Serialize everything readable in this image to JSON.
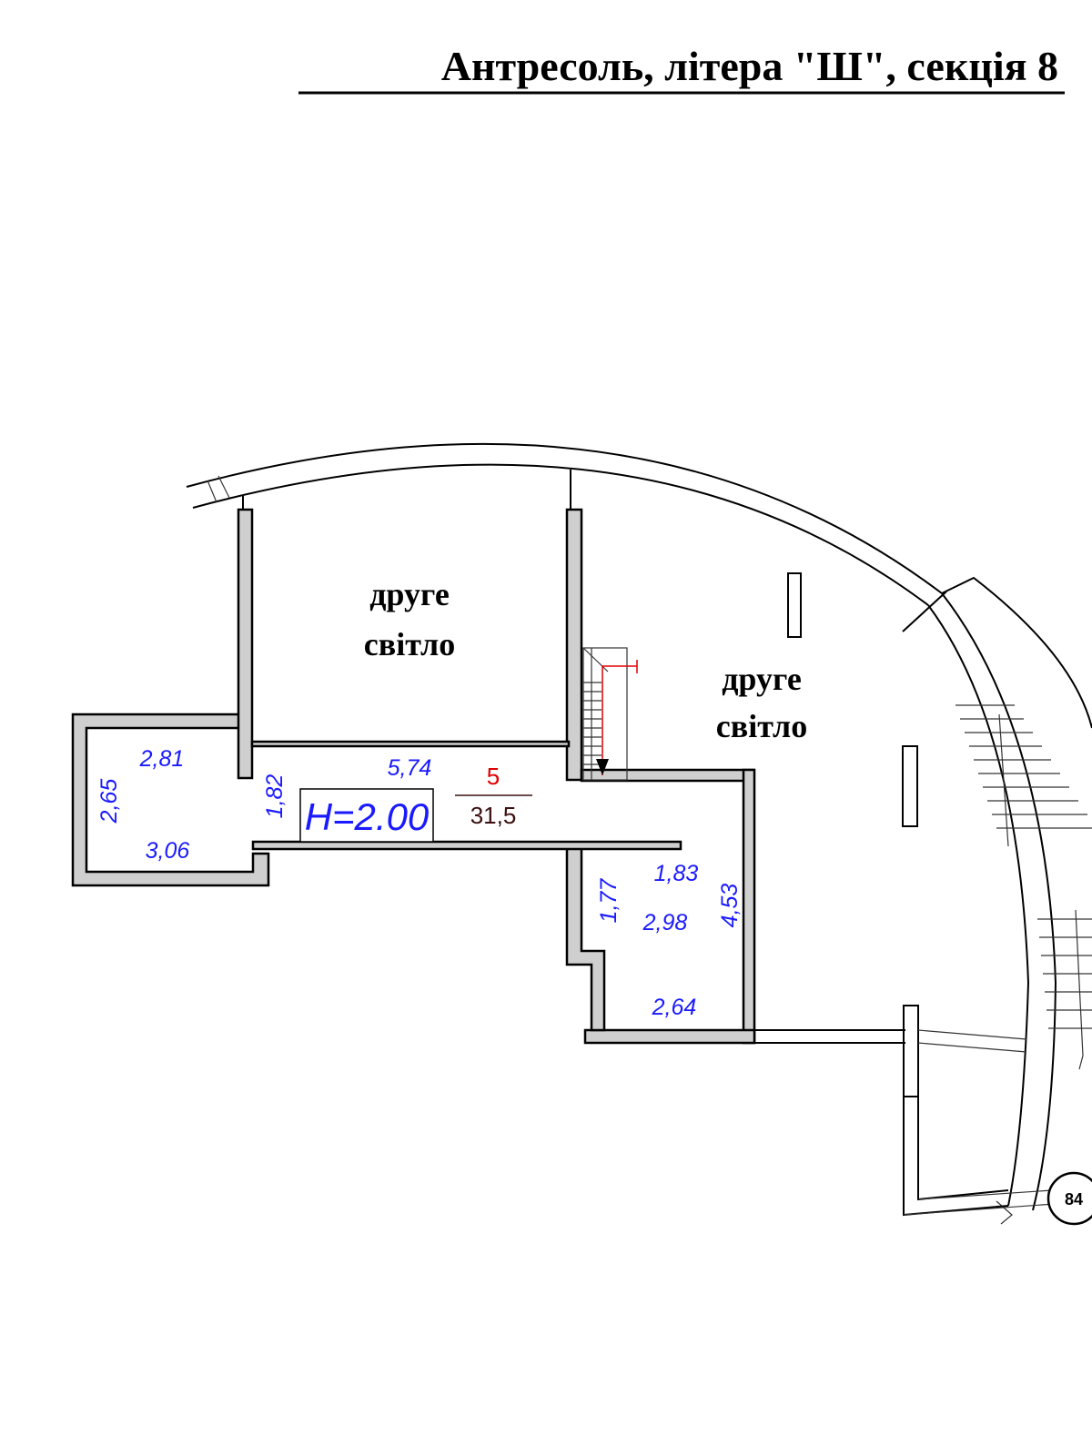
{
  "title": "Антресоль, літера \"Ш\", секція 8",
  "colors": {
    "dimension": "#1a1aff",
    "room_number": "#e00000",
    "area": "#3a1010",
    "wall_fill": "#cfcfcf"
  },
  "labels": {
    "second_light_1": [
      "друге",
      "світло"
    ],
    "second_light_2": [
      "друге",
      "світло"
    ]
  },
  "room": {
    "number": "5",
    "area": "31,5",
    "height": "H=2.00"
  },
  "dimensions": {
    "d281": "2,81",
    "d265": "2,65",
    "d306": "3,06",
    "d182": "1,82",
    "d574": "5,74",
    "d183": "1,83",
    "d177": "1,77",
    "d298": "2,98",
    "d453": "4,53",
    "d264": "2,64"
  },
  "neighbour_marker": "84"
}
